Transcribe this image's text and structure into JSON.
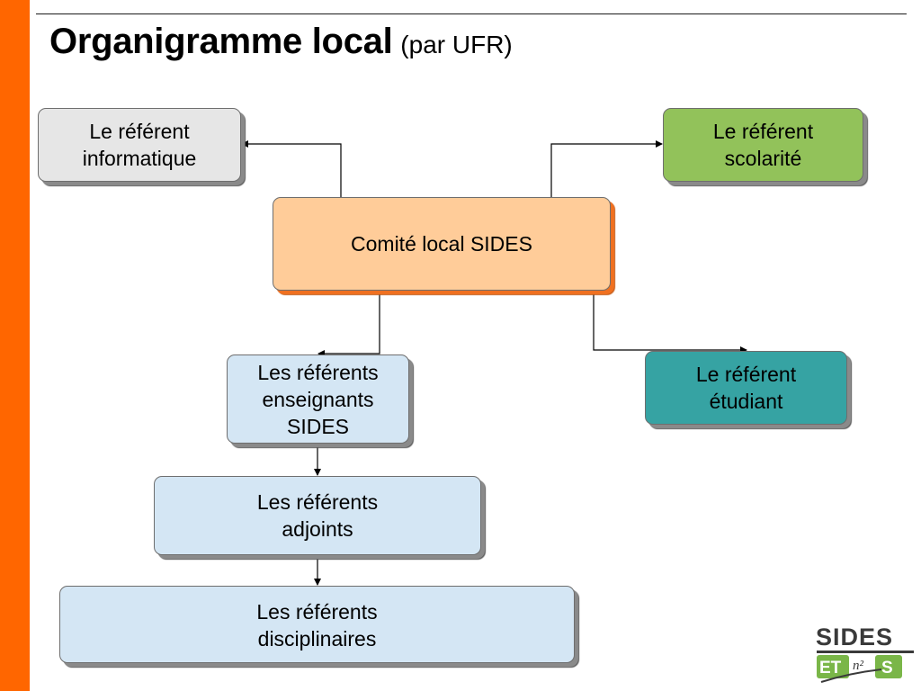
{
  "title": {
    "main": "Organigramme local",
    "sub": "(par UFR)"
  },
  "nodes": {
    "comite": "Comité local SIDES",
    "informatique": "Le référent\ninformatique",
    "scolarite": "Le référent\nscolarité",
    "enseignants": "Les référents\nenseignants\nSIDES",
    "etudiant": "Le référent\nétudiant",
    "adjoints": "Les référents\nadjoints",
    "disciplinaires": "Les référents\ndisciplinaires"
  },
  "edges": [
    {
      "from": "Comité local SIDES",
      "to": "Le référent informatique"
    },
    {
      "from": "Comité local SIDES",
      "to": "Le référent scolarité"
    },
    {
      "from": "Comité local SIDES",
      "to": "Les référents enseignants SIDES"
    },
    {
      "from": "Comité local SIDES",
      "to": "Le référent étudiant"
    },
    {
      "from": "Les référents enseignants SIDES",
      "to": "Les référents adjoints"
    },
    {
      "from": "Les référents adjoints",
      "to": "Les référents disciplinaires"
    }
  ],
  "logo": {
    "line1": "SIDES",
    "line2_left": "ET",
    "line2_sup": "n²",
    "line2_right": "S"
  },
  "colors": {
    "accent_bar": "#ff6600",
    "informatique": "#e6e6e6",
    "scolarite": "#92c25a",
    "comite": "#ffcc99",
    "referents_bleus": "#d4e6f4",
    "etudiant": "#36a3a3"
  }
}
